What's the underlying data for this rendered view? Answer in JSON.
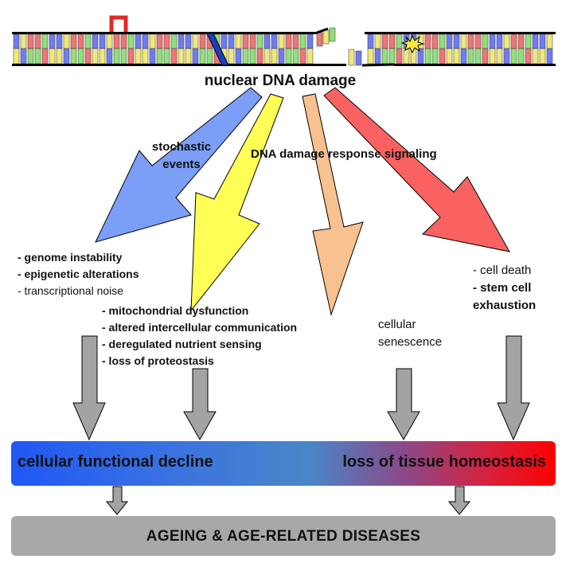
{
  "top": {
    "title": "nuclear DNA damage"
  },
  "branches": {
    "stochastic": {
      "line1": "stochastic",
      "line2": "events"
    },
    "signaling": "DNA damage response signaling"
  },
  "outcomes": {
    "col1": [
      {
        "text": "- genome instability",
        "bold": true
      },
      {
        "text": "- epigenetic alterations",
        "bold": true
      },
      {
        "text": "- transcriptional noise",
        "bold": false
      }
    ],
    "col2": [
      {
        "text": "- mitochondrial  dysfunction",
        "bold": true
      },
      {
        "text": "- altered intercellular communication",
        "bold": true
      },
      {
        "text": "- deregulated nutrient sensing",
        "bold": true
      },
      {
        "text": "- loss of proteostasis",
        "bold": true
      }
    ],
    "col3": {
      "line1": "cellular",
      "line2": "senescence"
    },
    "col4": [
      {
        "text": "- cell death",
        "bold": false
      },
      {
        "text": "- stem cell",
        "bold": true
      },
      {
        "text": "exhaustion",
        "bold": true
      }
    ]
  },
  "bar": {
    "left": "cellular functional decline",
    "right": "loss of tissue homeostasis"
  },
  "footer": {
    "label": "AGEING & AGE-RELATED DISEASES"
  },
  "colors": {
    "blue_arrow": "#7b9ef7",
    "yellow_arrow": "#ffff55",
    "orange_arrow": "#f7c28f",
    "red_arrow": "#fa6262",
    "gray_arrow": "#a3a3a3",
    "base_blue": "#6f7cf0",
    "base_green": "#8fe07a",
    "base_red": "#f07575",
    "base_yellow": "#f0e878"
  }
}
